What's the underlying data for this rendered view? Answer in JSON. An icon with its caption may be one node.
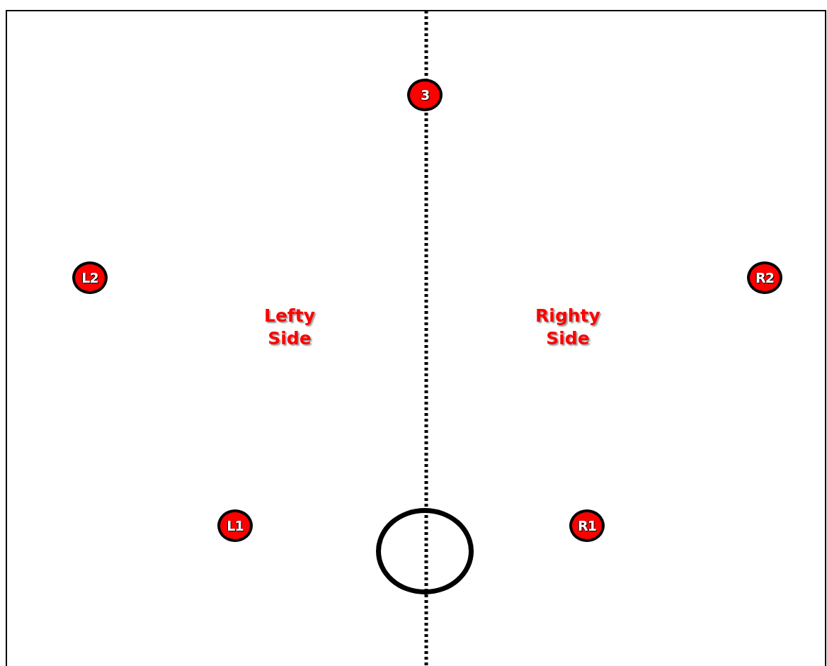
{
  "diagram": {
    "nodes": [
      {
        "text": [
          "3"
        ]
      },
      {
        "text": [
          "L2"
        ]
      },
      {
        "text": [
          "R2"
        ]
      },
      {
        "text": [
          "L1"
        ]
      },
      {
        "text": [],
        "shape": "circle"
      },
      {
        "text": [
          "R1"
        ]
      }
    ],
    "labels": [
      "Lefty Side",
      "Righty Side"
    ]
  }
}
